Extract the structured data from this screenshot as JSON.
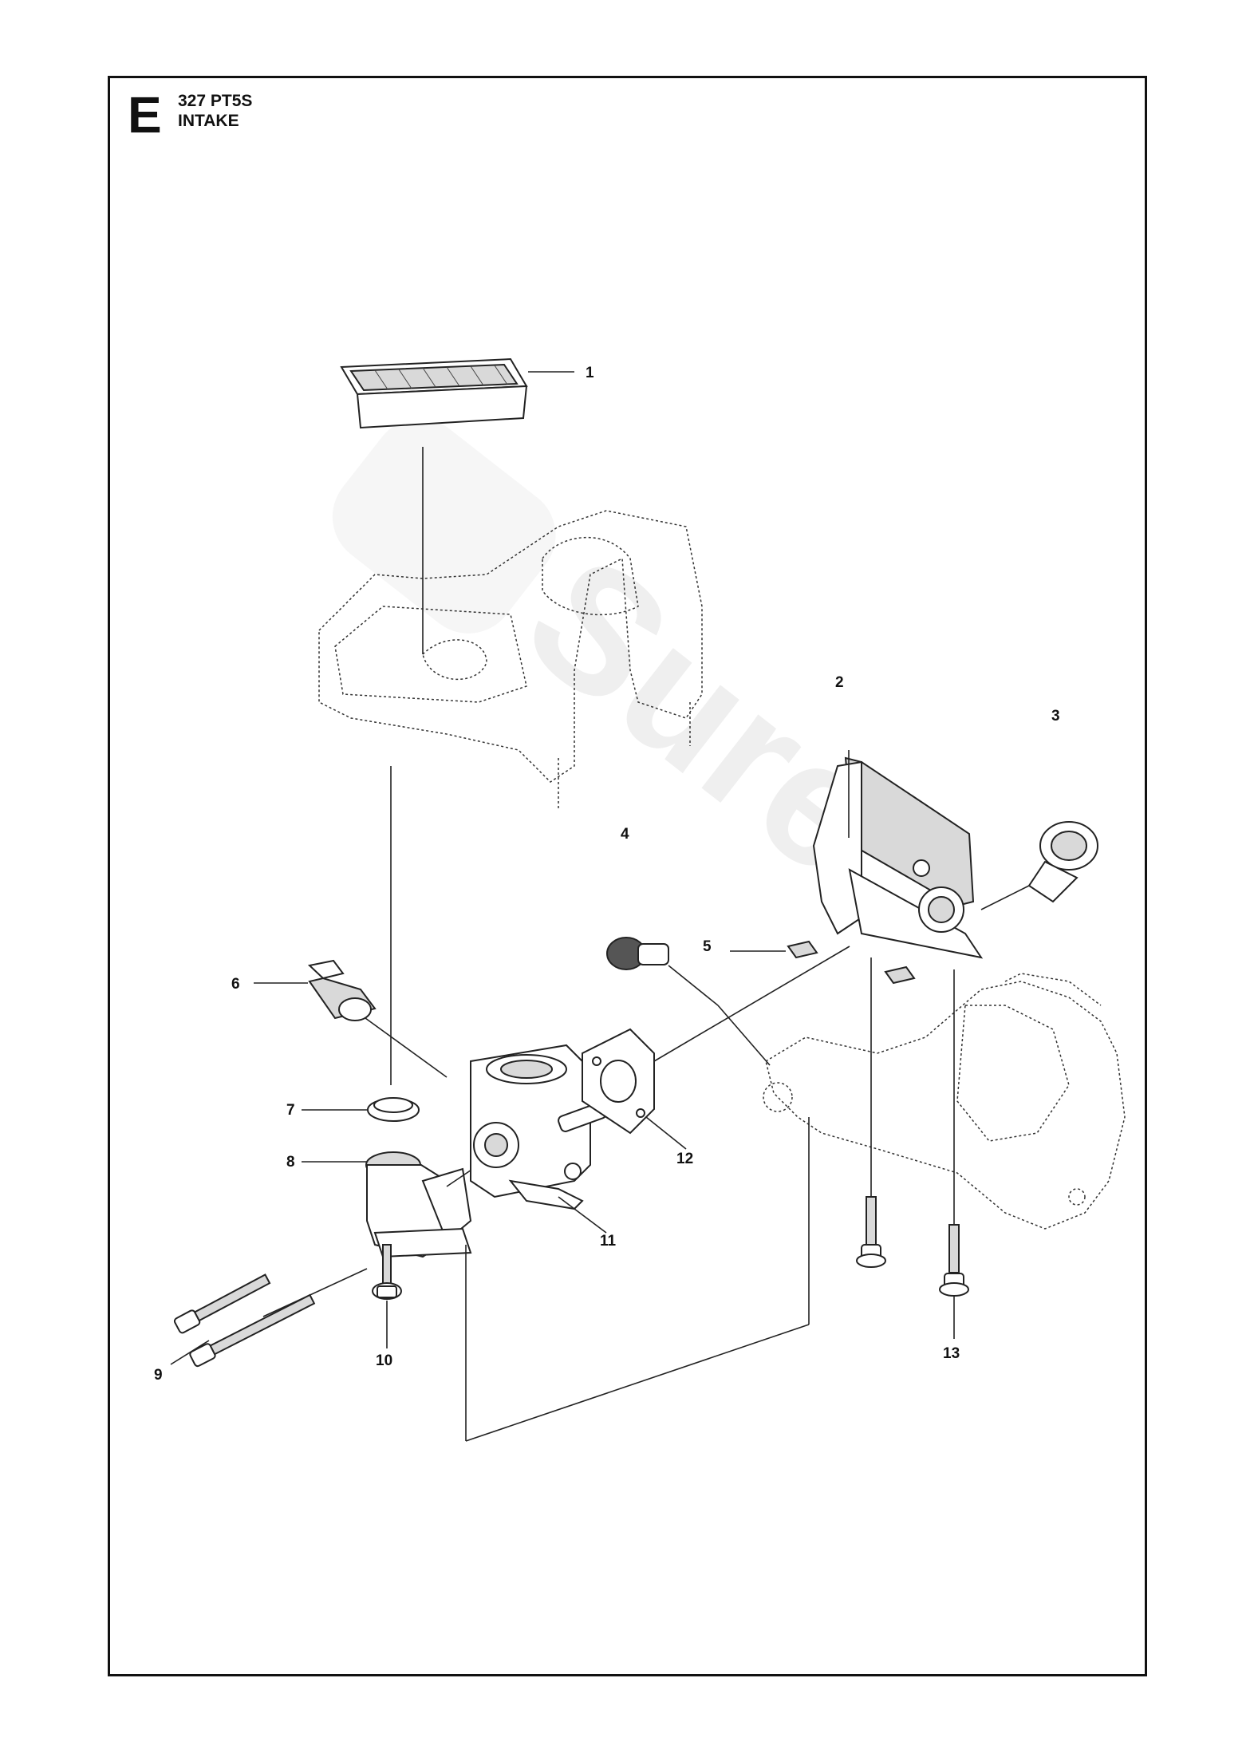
{
  "header": {
    "section_letter": "E",
    "model": "327 PT5S",
    "section_name": "INTAKE"
  },
  "callouts": {
    "c1": "1",
    "c2": "2",
    "c3": "3",
    "c4": "4",
    "c5": "5",
    "c6": "6",
    "c7": "7",
    "c8": "8",
    "c9": "9",
    "c10": "10",
    "c11": "11",
    "c12": "12",
    "c13": "13"
  },
  "watermark": {
    "text": "Sure"
  }
}
